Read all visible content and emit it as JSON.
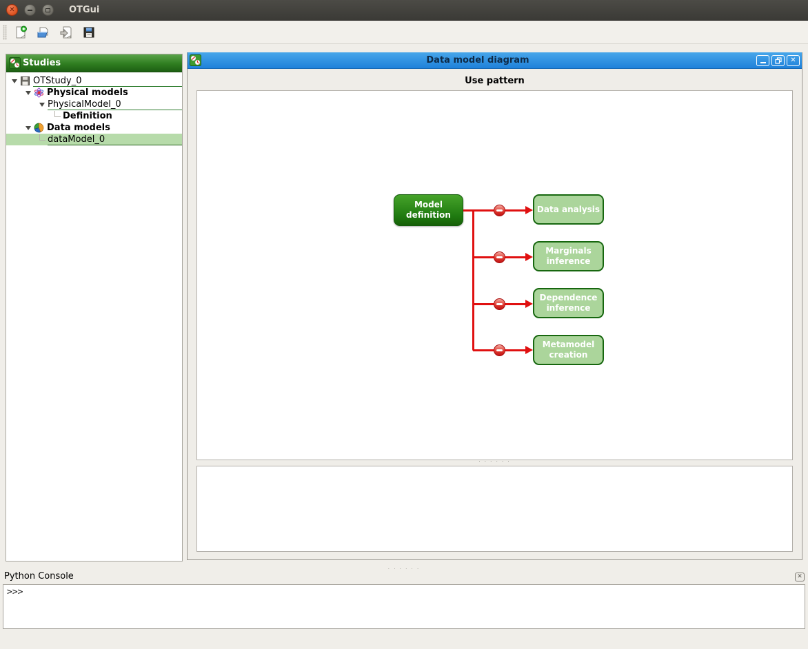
{
  "window": {
    "title": "OTGui",
    "controls": {
      "close": "close-window",
      "minimize": "minimize-window",
      "maximize": "maximize-window"
    }
  },
  "toolbar": {
    "buttons": [
      {
        "name": "new-study",
        "icon": "document-new-icon"
      },
      {
        "name": "open-study",
        "icon": "document-open-icon"
      },
      {
        "name": "import-python-script",
        "icon": "document-import-icon"
      },
      {
        "name": "save-study",
        "icon": "save-icon"
      }
    ]
  },
  "studies_panel": {
    "header": "Studies",
    "tree": [
      {
        "label": "OTStudy_0",
        "icon": "floppy-icon",
        "depth": 0,
        "bold": false,
        "underlined": true,
        "selected": false
      },
      {
        "label": "Physical models",
        "icon": "atom-icon",
        "depth": 1,
        "bold": true,
        "underlined": false,
        "selected": false
      },
      {
        "label": "PhysicalModel_0",
        "icon": null,
        "depth": 2,
        "bold": false,
        "underlined": true,
        "selected": false
      },
      {
        "label": "Definition",
        "icon": null,
        "depth": 3,
        "bold": true,
        "underlined": false,
        "selected": false
      },
      {
        "label": "Data models",
        "icon": "pie-icon",
        "depth": 1,
        "bold": true,
        "underlined": false,
        "selected": false
      },
      {
        "label": "dataModel_0",
        "icon": null,
        "depth": 2,
        "bold": false,
        "underlined": true,
        "selected": true
      }
    ]
  },
  "mdi_window": {
    "title": "Data model diagram",
    "buttons": [
      "minimize",
      "restore",
      "close"
    ],
    "heading": "Use pattern",
    "diagram": {
      "source": {
        "label": "Model definition"
      },
      "targets": [
        {
          "label": "Data analysis"
        },
        {
          "label": "Marginals inference"
        },
        {
          "label": "Dependence inference"
        },
        {
          "label": "Metamodel creation"
        }
      ],
      "connector_state": "disabled"
    }
  },
  "console": {
    "title": "Python Console",
    "prompt": ">>>"
  },
  "colors": {
    "titlebar_bg": "#3b3a36",
    "close_button": "#e05a28",
    "studies_header_green": "#2f7d20",
    "selected_row": "#b7dbaa",
    "mdi_titlebar_blue": "#1f81da",
    "source_node_green": "#1f7a10",
    "target_node_fill": "#abd59b",
    "target_node_border": "#17670f",
    "connector_red": "#e01010",
    "tree_underline": "#2e7d2e"
  }
}
